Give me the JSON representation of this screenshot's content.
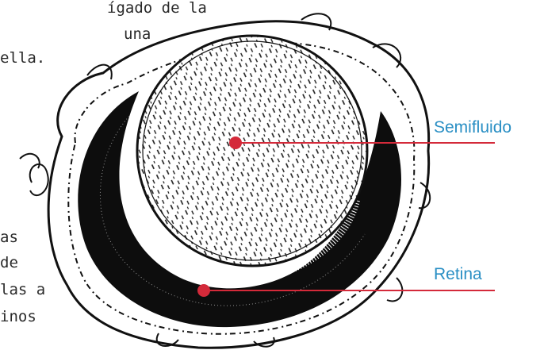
{
  "text_fragments": {
    "top": [
      "ígado de la",
      "una",
      "ella."
    ],
    "bottom": [
      "as",
      "de",
      "las a",
      "inos"
    ]
  },
  "labels": {
    "semifluid": "Semifluido",
    "retina": "Retina"
  },
  "colors": {
    "label_text": "#2a8fc4",
    "pointer_line": "#d42a3a",
    "pointer_dot": "#d42a3a",
    "ink": "#111111"
  }
}
